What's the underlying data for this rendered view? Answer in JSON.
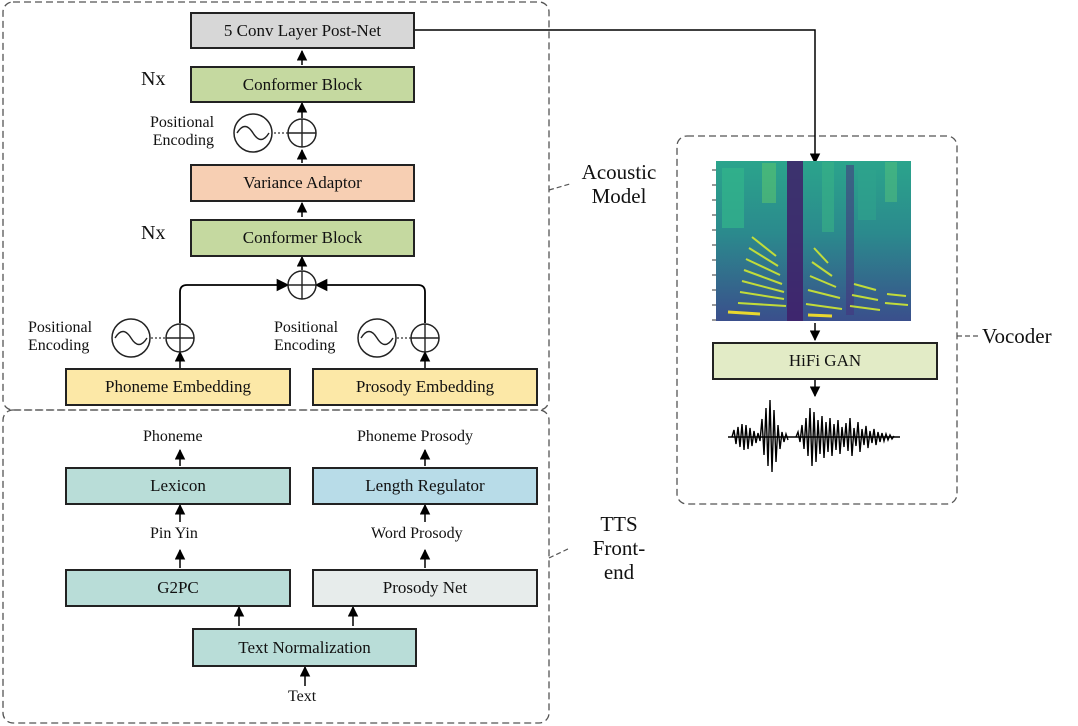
{
  "acoustic": {
    "caption_line1": "Acoustic",
    "caption_line2": "Model",
    "postnet": "5 Conv Layer Post-Net",
    "conformer_top": "Conformer Block",
    "conformer_bottom": "Conformer Block",
    "nx_top": "Nx",
    "nx_bottom": "Nx",
    "variance_adaptor": "Variance Adaptor",
    "phoneme_embedding": "Phoneme Embedding",
    "prosody_embedding": "Prosody Embedding",
    "pos_enc_label_1": "Positional",
    "pos_enc_label_2": "Encoding"
  },
  "frontend": {
    "caption_line1": "TTS",
    "caption_line2": "Front-",
    "caption_line3": "end",
    "phoneme": "Phoneme",
    "phoneme_prosody": "Phoneme Prosody",
    "lexicon": "Lexicon",
    "length_regulator": "Length Regulator",
    "pin_yin": "Pin Yin",
    "word_prosody": "Word Prosody",
    "g2pc": "G2PC",
    "prosody_net": "Prosody Net",
    "text_normalization": "Text Normalization",
    "text": "Text"
  },
  "vocoder": {
    "caption": "Vocoder",
    "hifigan": "HiFi GAN"
  },
  "colors": {
    "conformer": "#c5d9a0",
    "postnet": "#d7d7d7",
    "variance_adaptor": "#f7cfb3",
    "embedding": "#fce8a7",
    "frontend_teal": "#b9ddd8",
    "length_regulator": "#b8dce8",
    "prosody_net": "#e7eceb",
    "hifigan": "#e2ebc6"
  }
}
